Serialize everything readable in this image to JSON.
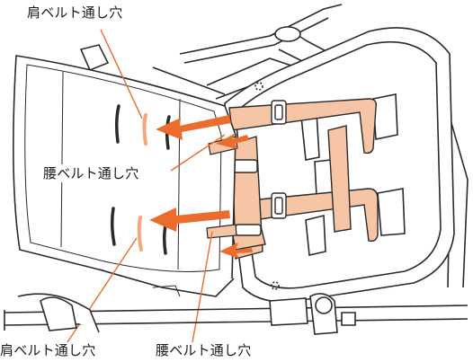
{
  "labels": {
    "shoulder_top": "肩ベルト通し穴",
    "waist_middle": "腰ベルト通し穴",
    "shoulder_bottom": "肩ベルト通し穴",
    "waist_bottom": "腰ベルト通し穴"
  },
  "colors": {
    "arrow": "#ec6c2e",
    "leader_line": "#ec6c2e",
    "strap_fill": "#f6c5a6",
    "hole_highlight": "#f3a77a",
    "outline": "#2a2a2a",
    "background": "#ffffff"
  },
  "icons": {
    "arrow": "orange-arrow-icon",
    "buckle": "strap-buckle-icon"
  }
}
